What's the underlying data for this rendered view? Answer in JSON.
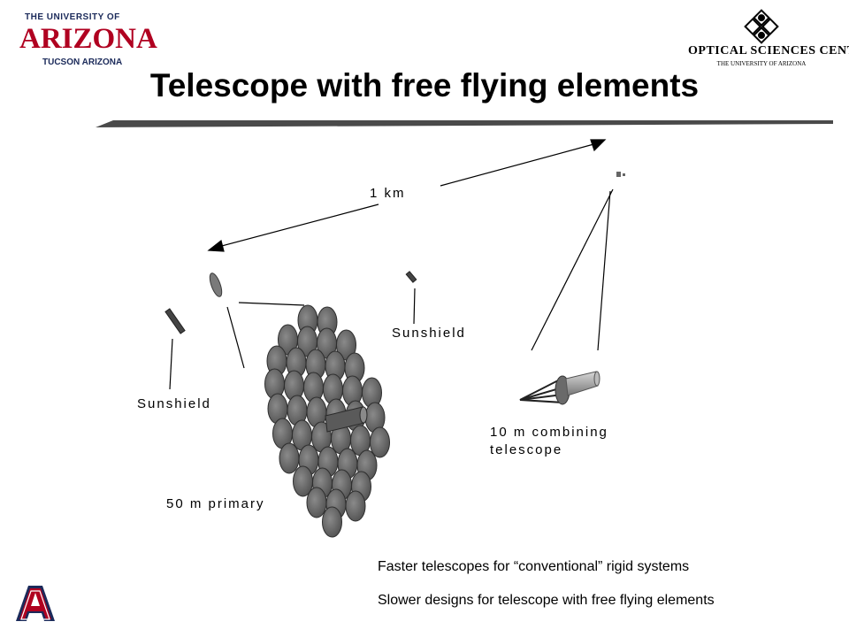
{
  "header": {
    "university_logo": {
      "line1": "THE UNIVERSITY OF",
      "line2": "ARIZONA",
      "line3": "TUCSON ARIZONA"
    },
    "osc_logo": {
      "name": "OPTICAL SCIENCES CENTER",
      "subtitle": "THE UNIVERSITY OF ARIZONA"
    }
  },
  "title": "Telescope with free flying elements",
  "labels": {
    "distance": "1 km",
    "sunshield_right": "Sunshield",
    "sunshield_left": "Sunshield",
    "combining_line1": "10 m combining",
    "combining_line2": "telescope",
    "primary": "50 m primary"
  },
  "notes": {
    "line1": "Faster telescopes for “conventional” rigid systems",
    "line2": "Slower designs for telescope with free flying elements"
  },
  "colors": {
    "title_rule": "#4a4a4a",
    "mirror_segment": "#6e6e6e",
    "ua_red": "#b00020",
    "ua_blue": "#1b2a5a"
  }
}
